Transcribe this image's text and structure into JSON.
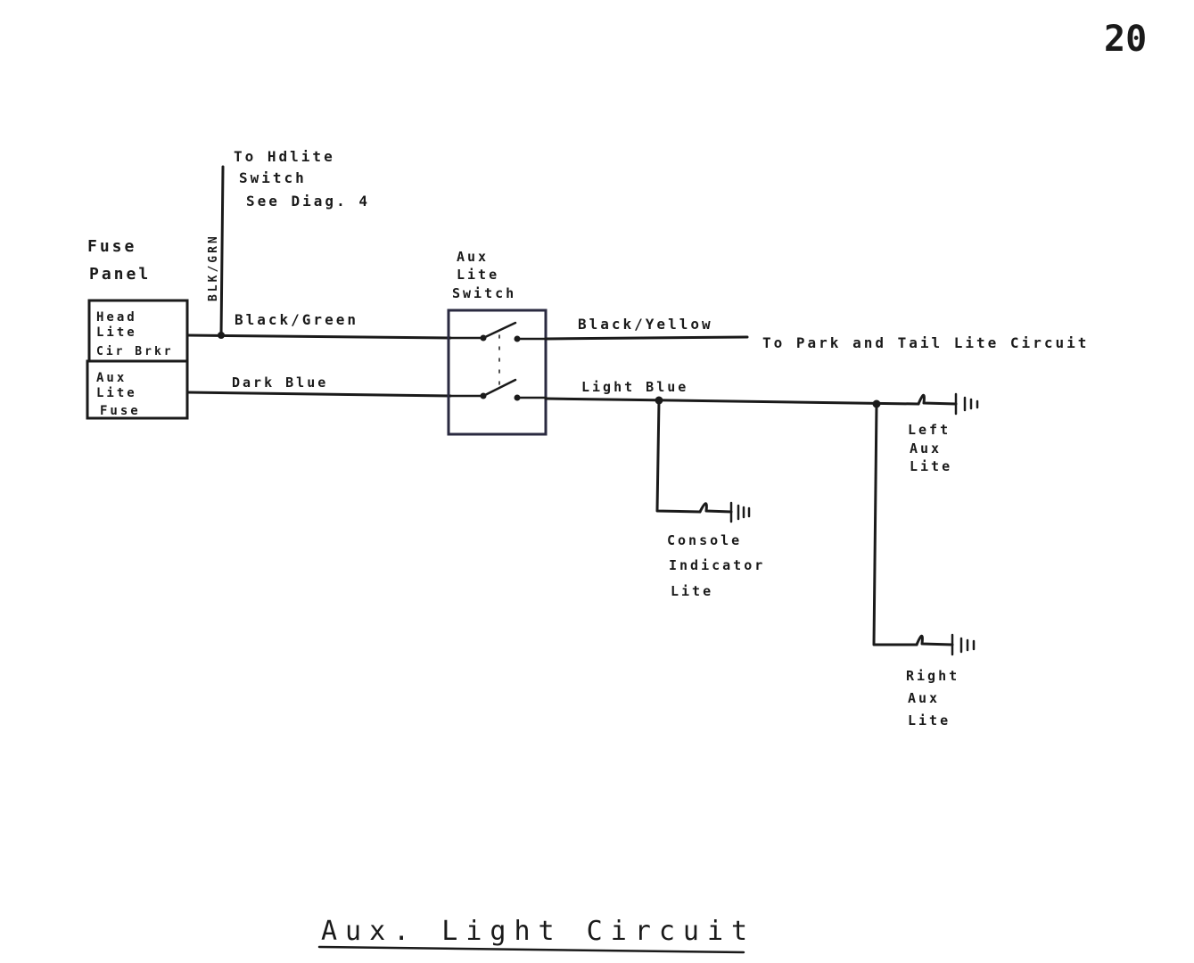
{
  "page_number": "20",
  "title": "Aux. Light Circuit",
  "fuse_panel": {
    "label_line1": "Fuse",
    "label_line2": "Panel",
    "head_lite_line1": "Head",
    "head_lite_line2": "Lite",
    "head_lite_line3": "Cir Brkr",
    "aux_fuse_line1": "Aux",
    "aux_fuse_line2": "Lite",
    "aux_fuse_line3": "Fuse"
  },
  "headlite_switch_note": {
    "line1": "To Hdlite",
    "line2": "Switch",
    "line3": "See Diag. 4",
    "wire_label": "BLK/GRN"
  },
  "aux_switch": {
    "line1": "Aux",
    "line2": "Lite",
    "line3": "Switch"
  },
  "wires": {
    "black_green": "Black/Green",
    "dark_blue": "Dark Blue",
    "black_yellow": "Black/Yellow",
    "light_blue": "Light Blue"
  },
  "destination": "To Park and Tail Lite Circuit",
  "lamps": {
    "console_line1": "Console",
    "console_line2": "Indicator",
    "console_line3": "Lite",
    "left_line1": "Left",
    "left_line2": "Aux",
    "left_line3": "Lite",
    "right_line1": "Right",
    "right_line2": "Aux",
    "right_line3": "Lite"
  }
}
